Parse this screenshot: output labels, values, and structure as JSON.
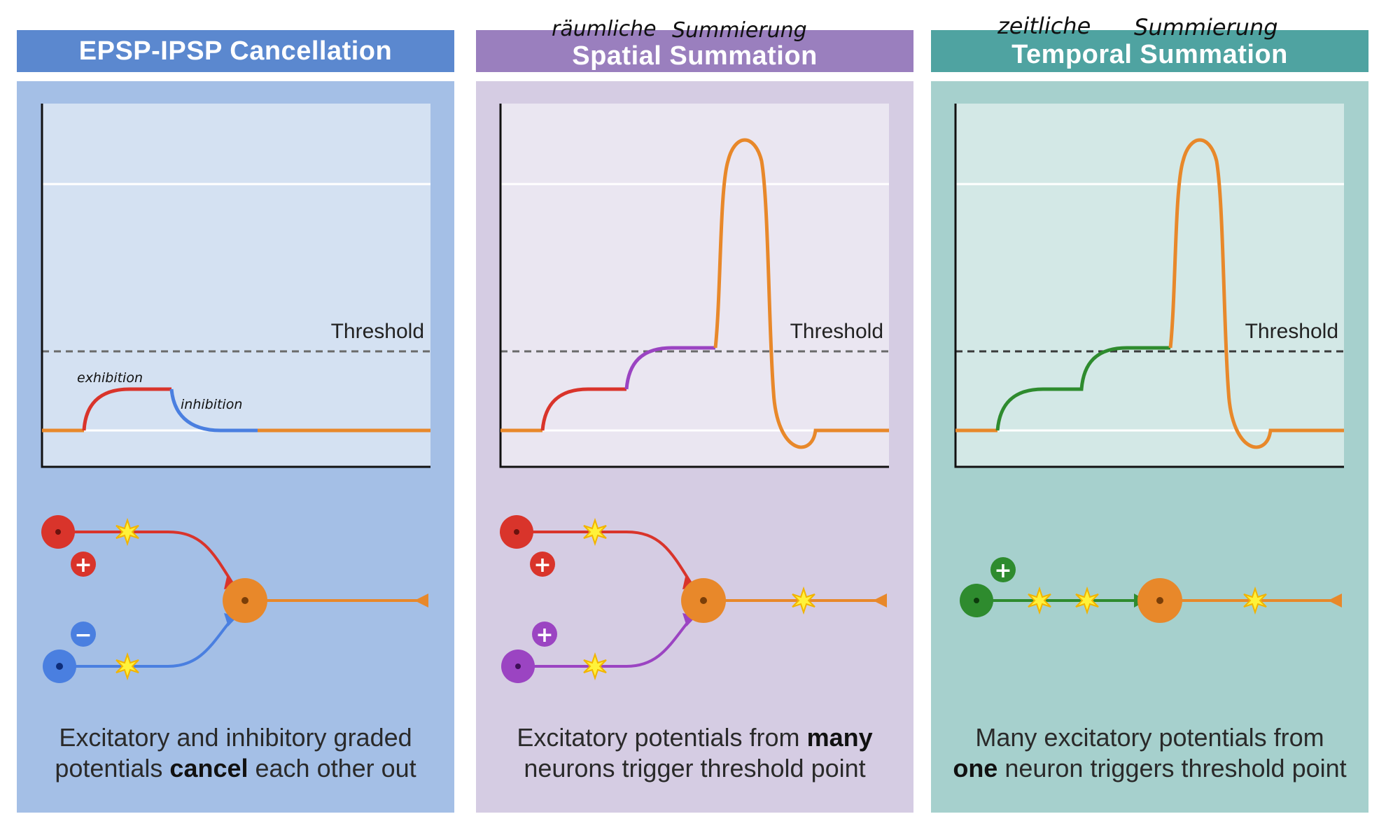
{
  "panels": [
    {
      "title": "EPSP-IPSP Cancellation",
      "threshold_label": "Threshold",
      "annotations": [
        "exhibition",
        "inhibition"
      ],
      "caption": {
        "pre": "Excitatory and inhibitory graded",
        "line2_pre": "potentials ",
        "bold": "cancel",
        "post": " each other out"
      }
    },
    {
      "title": "Spatial Summation",
      "handwritten": [
        "räumliche",
        "Summierung"
      ],
      "threshold_label": "Threshold",
      "caption": {
        "pre": "Excitatory potentials from ",
        "bold": "many",
        "post": "neurons trigger threshold point"
      }
    },
    {
      "title": "Temporal Summation",
      "handwritten": [
        "zeitliche",
        "Summierung"
      ],
      "threshold_label": "Threshold",
      "caption": {
        "pre": "Many excitatory potentials from",
        "bold": "one",
        "post": " neuron triggers threshold point"
      }
    }
  ],
  "signs": {
    "plus": "+",
    "minus": "−"
  },
  "colors": {
    "header_blue": "#5b88cf",
    "header_purple": "#9a7fbe",
    "header_teal": "#4fa3a1",
    "excitatory_red": "#d9342b",
    "inhibitory_blue": "#4a7fe0",
    "excitatory_purple": "#9b44c2",
    "excitatory_green": "#2e8b2e",
    "axon_orange": "#e8882a"
  }
}
